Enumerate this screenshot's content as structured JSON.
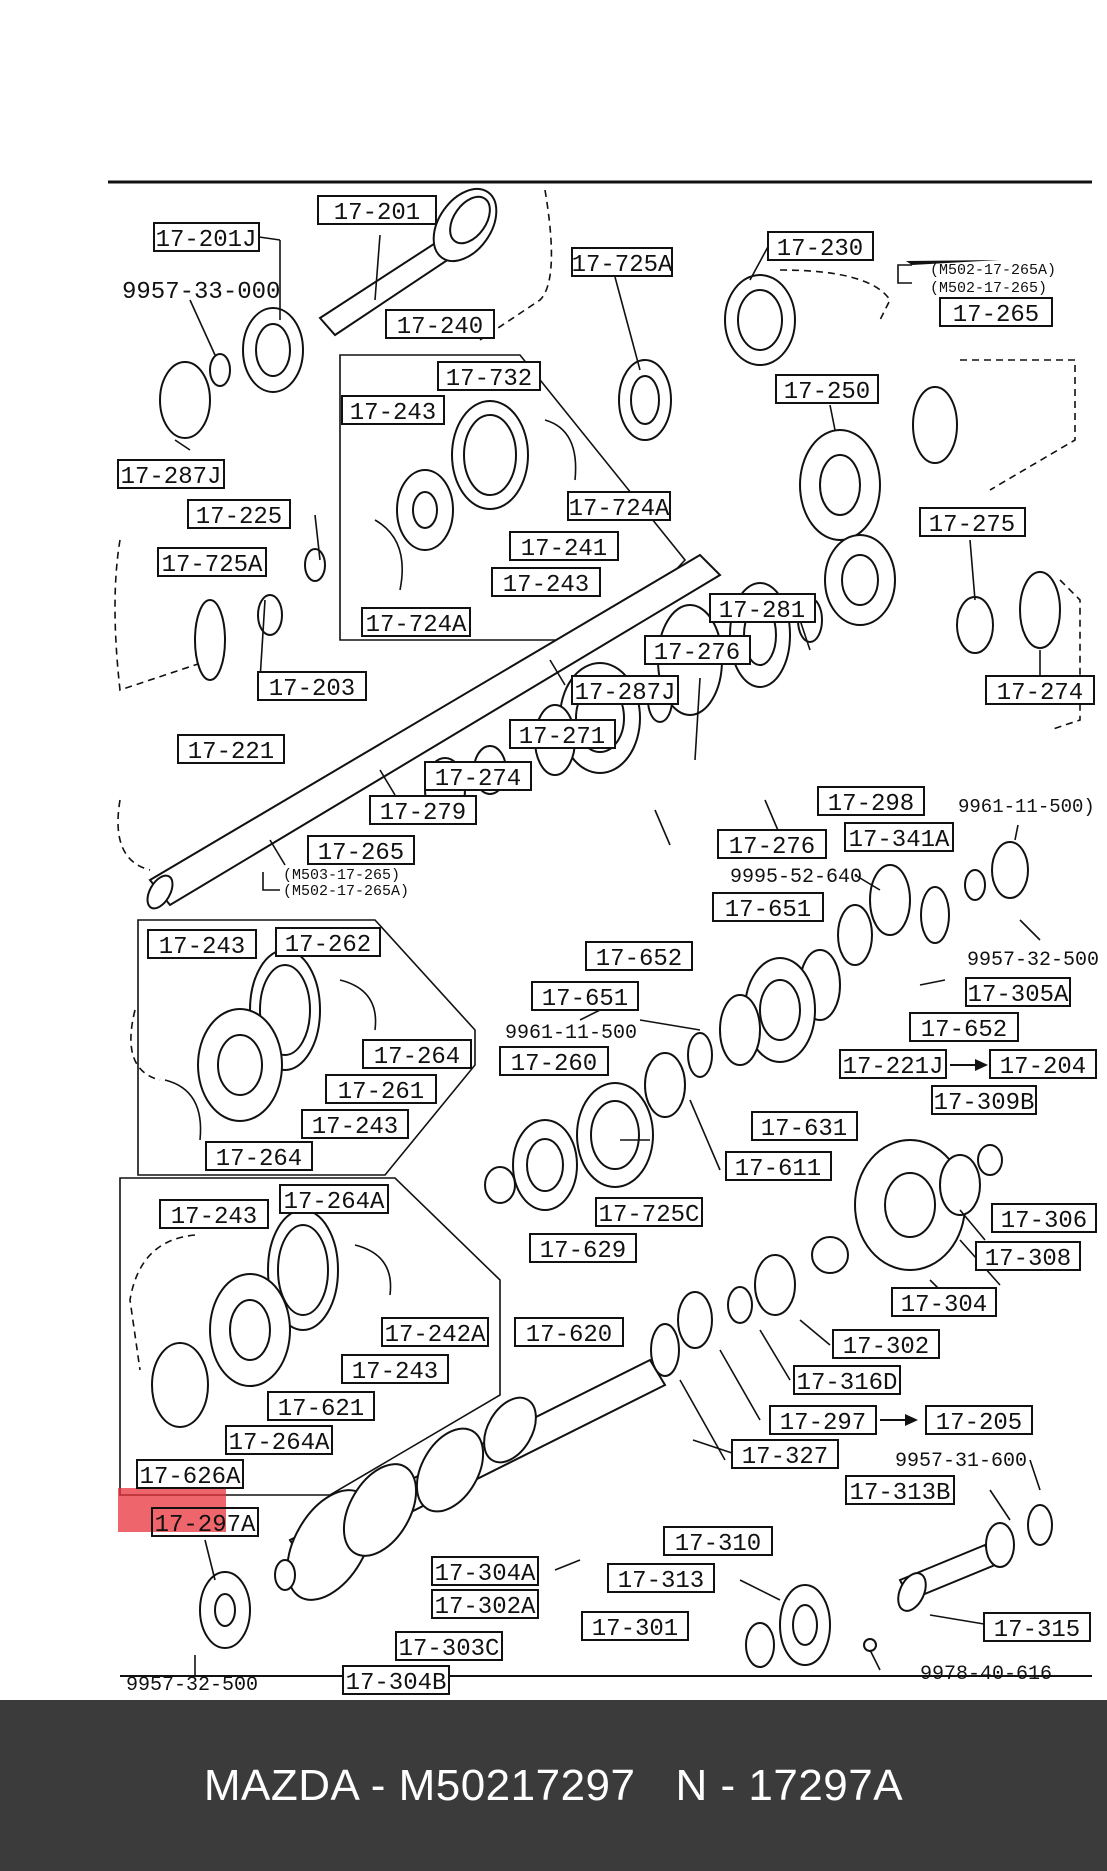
{
  "highlight_color": "#e8323a",
  "labels": {
    "l17201": "17-201",
    "l17201J": "17-201J",
    "l99573300": "9957-33-000",
    "l17725A_top": "17-725A",
    "l17230": "17-230",
    "l17265A_ref": "(M502-17-265A)",
    "l17265_ref": "(M502-17-265)",
    "l17265_top": "17-265",
    "l17240": "17-240",
    "l17732": "17-732",
    "l17243_a": "17-243",
    "l17287J": "17-287J",
    "l17724A_a": "17-724A",
    "l17250": "17-250",
    "l17225": "17-225",
    "l17725A_b": "17-725A",
    "l17241": "17-241",
    "l17243_b": "17-243",
    "l17724A_b": "17-724A",
    "l17203": "17-203",
    "l17275": "17-275",
    "l17281": "17-281",
    "l17276_a": "17-276",
    "l17274_a": "17-274",
    "l17287J_b": "17-287J",
    "l17221": "17-221",
    "l17271": "17-271",
    "l17274_b": "17-274",
    "l17298": "17-298",
    "l17279": "17-279",
    "l17276_b": "17-276",
    "l99611150_a": "9961-11-500)",
    "l17341A": "17-341A",
    "l17265_b": "17-265",
    "l17265_ref2": "(M503-17-265)",
    "l17265A_ref2": "(M502-17-265A)",
    "l99955264": "9995-52-640",
    "l17651_a": "17-651",
    "l99573250_a": "9957-32-500",
    "l17243_c": "17-243",
    "l17262": "17-262",
    "l17652_a": "17-652",
    "l17305A": "17-305A",
    "l17651_b": "17-651",
    "l17264_a": "17-264",
    "l17652_b": "17-652",
    "l99611150_b": "9961-11-500",
    "l17260": "17-260",
    "l17221J": "17-221J",
    "l17204": "17-204",
    "l17261": "17-261",
    "l17309B": "17-309B",
    "l17243_d": "17-243",
    "l17631": "17-631",
    "l17264_b": "17-264",
    "l17611": "17-611",
    "l17264A_a": "17-264A",
    "l17306": "17-306",
    "l17243_e": "17-243",
    "l17725C": "17-725C",
    "l17629": "17-629",
    "l17308": "17-308",
    "l17304": "17-304",
    "l17242A": "17-242A",
    "l17620": "17-620",
    "l17302": "17-302",
    "l17243_f": "17-243",
    "l17316D": "17-316D",
    "l17621": "17-621",
    "l17297": "17-297",
    "l17205": "17-205",
    "l17264A_b": "17-264A",
    "l17327": "17-327",
    "l99573160": "9957-31-600",
    "l17626A": "17-626A",
    "l17313B": "17-313B",
    "l17297A": "17-297A",
    "l17310": "17-310",
    "l17313": "17-313",
    "l17304A": "17-304A",
    "l17302A": "17-302A",
    "l17301": "17-301",
    "l17303C": "17-303C",
    "l17315": "17-315",
    "l99784061": "9978-40-616",
    "l99573250_b": "9957-32-500",
    "l17304B": "17-304B"
  },
  "footer": {
    "brand": "MAZDA - M50217297",
    "code": "N - 17297A"
  }
}
